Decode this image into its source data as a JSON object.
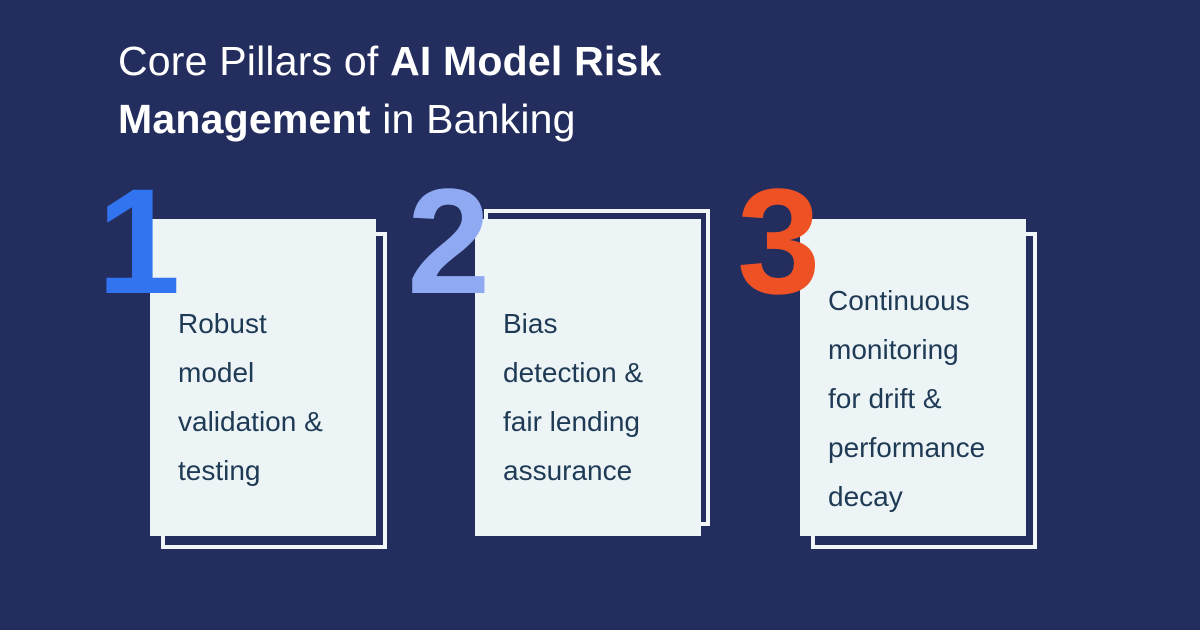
{
  "title": {
    "lines": [
      {
        "segments": [
          {
            "text": "Core Pillars of ",
            "bold": false
          },
          {
            "text": "AI Model Risk",
            "bold": true
          }
        ]
      },
      {
        "segments": [
          {
            "text": "Management",
            "bold": true
          },
          {
            "text": " in Banking",
            "bold": false
          }
        ]
      }
    ]
  },
  "pillars": [
    {
      "number": "1",
      "number_color": "#3273EF",
      "lines": [
        "Robust",
        "model",
        "validation &",
        "testing"
      ]
    },
    {
      "number": "2",
      "number_color": "#8FA9F2",
      "lines": [
        "Bias",
        "detection &",
        "fair lending",
        "assurance"
      ]
    },
    {
      "number": "3",
      "number_color": "#EE5123",
      "lines": [
        "Continuous",
        "monitoring",
        "for drift &",
        "performance",
        "decay"
      ]
    }
  ],
  "colors": {
    "background": "#232D5E",
    "card_background": "#EDF4F6",
    "card_text": "#1E3A55",
    "frame_outline": "#F1F6F8",
    "title_text": "#FFFFFF"
  }
}
